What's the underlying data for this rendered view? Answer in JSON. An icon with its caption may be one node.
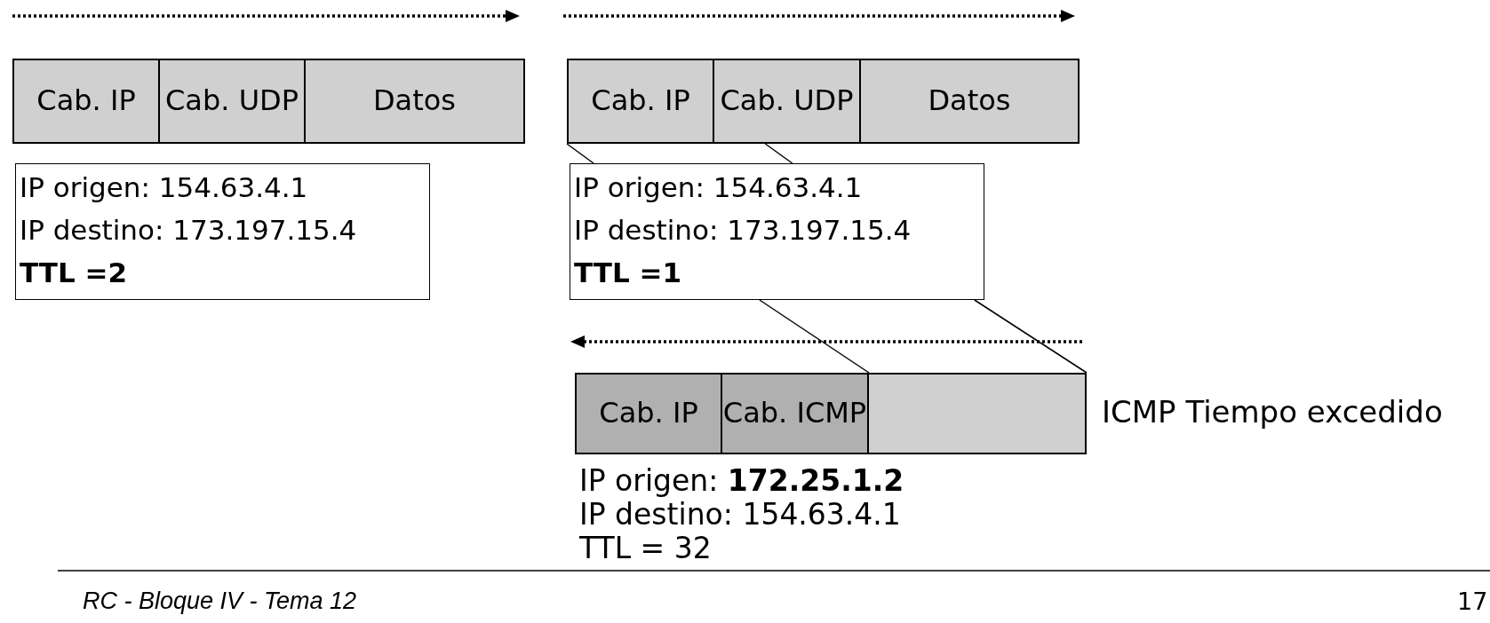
{
  "diagram": {
    "nodes": [
      {
        "text": [
          "Cab. IP"
        ]
      },
      {
        "text": [
          "Cab. UDP"
        ]
      },
      {
        "text": [
          "Datos"
        ]
      },
      {
        "text": [
          "IP origen: 154.63.4.1",
          "IP destino: 173.197.15.4",
          "TTL =2"
        ]
      },
      {
        "text": [
          "Cab. IP"
        ]
      },
      {
        "text": [
          "Cab. UDP"
        ]
      },
      {
        "text": [
          "Datos"
        ]
      },
      {
        "text": [
          "IP origen: 154.63.4.1",
          "IP destino: 173.197.15.4",
          "TTL =1"
        ]
      },
      {
        "text": [
          "Cab. IP"
        ]
      },
      {
        "text": [
          "Cab. ICMP"
        ]
      },
      {
        "text": [],
        "shape": "box"
      }
    ],
    "edges": [
      {
        "from": 4,
        "to": 7,
        "arrow": "none"
      },
      {
        "from": 5,
        "to": 7,
        "arrow": "none"
      },
      {
        "from": 7,
        "to": 9,
        "arrow": "none"
      },
      {
        "from": 7,
        "to": 10,
        "arrow": "none"
      }
    ],
    "labels": [
      "ICMP Tiempo excedido",
      "IP origen: **172.25.1.2**",
      "IP destino: 154.63.4.1",
      "TTL = 32",
      "RC - Bloque IV - Tema 12",
      "17"
    ]
  }
}
